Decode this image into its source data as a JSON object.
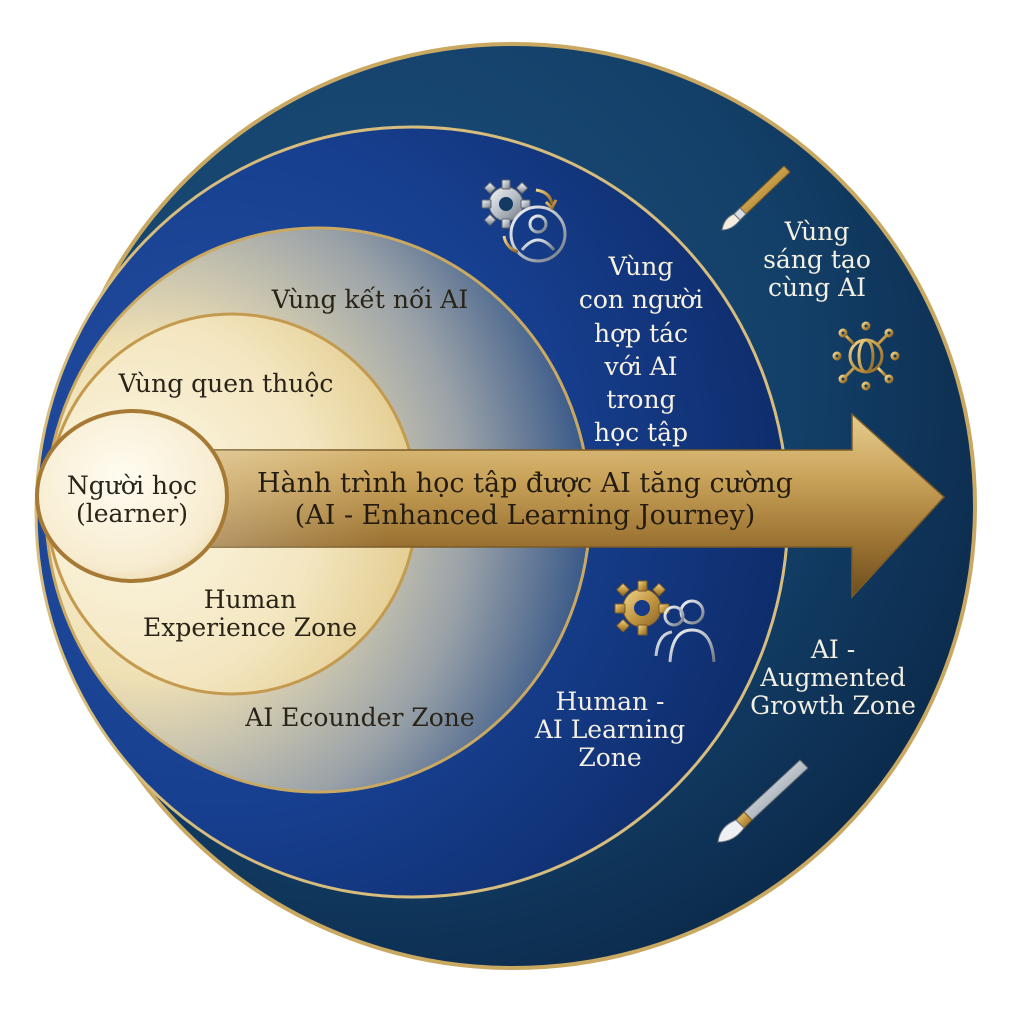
{
  "zones": {
    "learner": {
      "line1": "Người học",
      "line2": "(learner)"
    },
    "familiar": {
      "label": "Vùng quen thuộc"
    },
    "human_experience": {
      "line1": "Human",
      "line2": "Experience Zone"
    },
    "ai_connect": {
      "label": "Vùng kết nối AI"
    },
    "ai_encounter": {
      "label": "AI Ecounder Zone"
    },
    "human_ai_collab": {
      "lines": [
        "Vùng",
        "con người",
        "hợp tác",
        "với AI",
        "trong",
        "học tập"
      ]
    },
    "human_ai_learning": {
      "lines": [
        "Human -",
        "AI Learning",
        "Zone"
      ]
    },
    "creative": {
      "lines": [
        "Vùng",
        "sáng tạo",
        "cùng AI"
      ]
    },
    "augmented": {
      "lines": [
        "AI -",
        "Augmented",
        "Growth Zone"
      ]
    }
  },
  "journey_arrow": {
    "line1": "Hành trình học tập được AI tăng cường",
    "line2": "(AI - Enhanced Learning Journey)"
  },
  "icons": [
    "gear-person-cycle-icon",
    "paintbrush-icon",
    "globe-network-icon",
    "gear-people-icon",
    "paintbrush-icon"
  ],
  "colors": {
    "outer_navy": "#123a62",
    "middle_blue": "#163a86",
    "gold": "#c9a862",
    "cream": "#f7efd4",
    "arrow_gold": "#b88d45"
  }
}
